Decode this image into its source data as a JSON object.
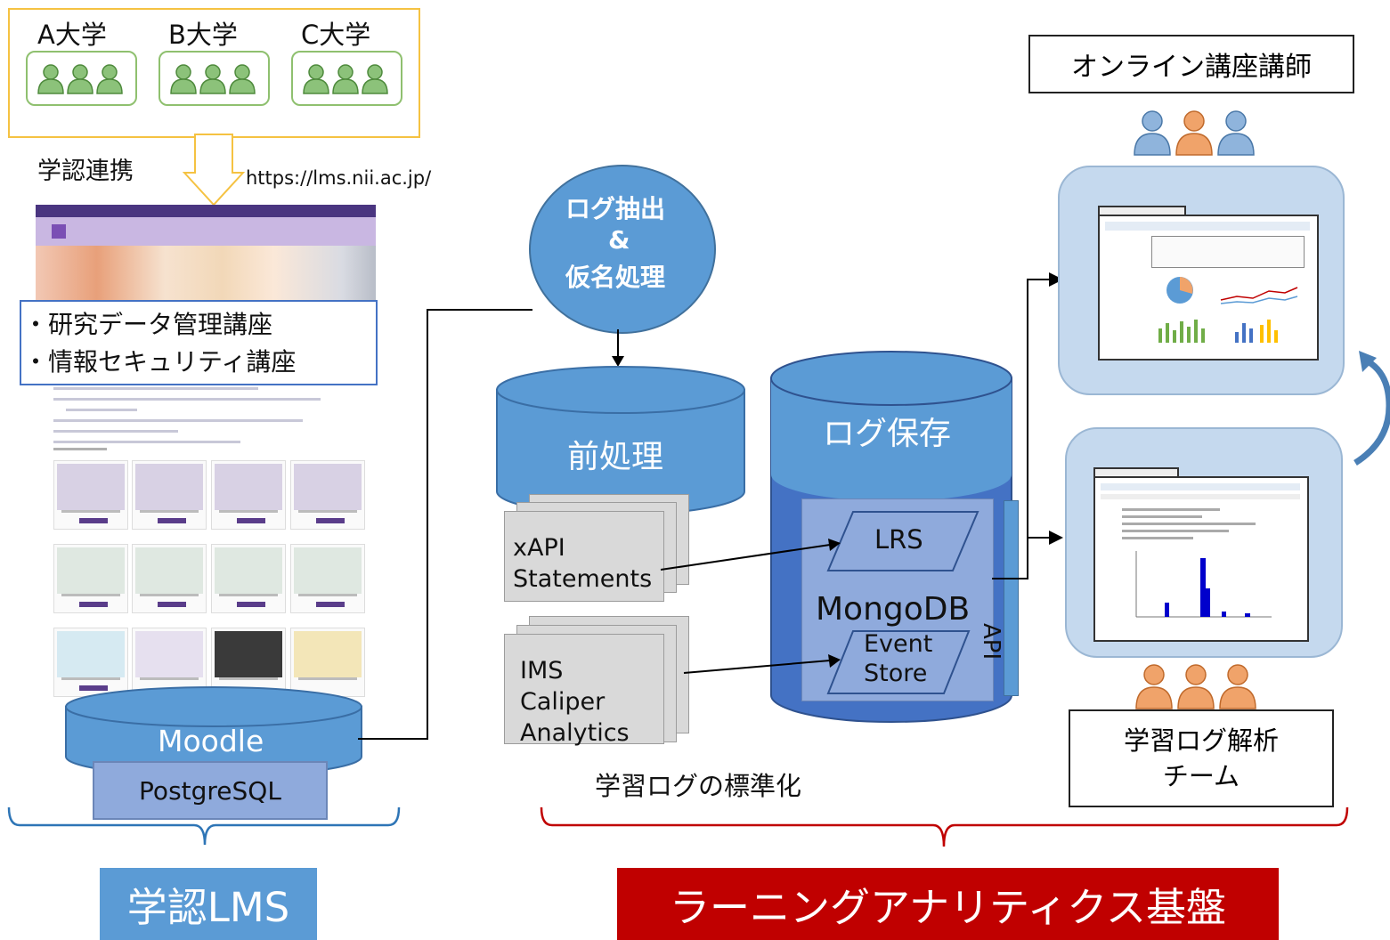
{
  "universities": [
    "A大学",
    "B大学",
    "C大学"
  ],
  "gakunin_link": "学認連携",
  "lms_url": "https://lms.nii.ac.jp/",
  "course_list": [
    "・研究データ管理講座",
    "・情報セキュリティ講座"
  ],
  "moodle": {
    "label": "Moodle",
    "db": "PostgreSQL"
  },
  "log_extract": [
    "ログ抽出",
    "&",
    "仮名処理"
  ],
  "preprocess": "前処理",
  "statements": [
    {
      "lines": [
        "xAPI",
        "Statements"
      ]
    },
    {
      "lines": [
        "IMS",
        "Caliper",
        "Analytics"
      ]
    }
  ],
  "log_store": {
    "title": "ログ保存",
    "lrs": "LRS",
    "db": "MongoDB",
    "event_store": [
      "Event",
      "Store"
    ],
    "api": "API"
  },
  "standardization": "学習ログの標準化",
  "instructor_label": "オンライン講座講師",
  "analysis_team": [
    "学習ログ解析",
    "チーム"
  ],
  "bottom_labels": {
    "lms": "学認LMS",
    "la": "ラーニングアナリティクス基盤"
  },
  "colors": {
    "blue_fill": "#5b9bd5",
    "dark_blue": "#4472c4",
    "la_red": "#c00000",
    "lms_blue": "#5b9bd5",
    "uni_border": "#f5c242",
    "person_green": "#8cc27a",
    "person_blue": "#8fb4dc",
    "person_orange": "#f0a36a"
  }
}
